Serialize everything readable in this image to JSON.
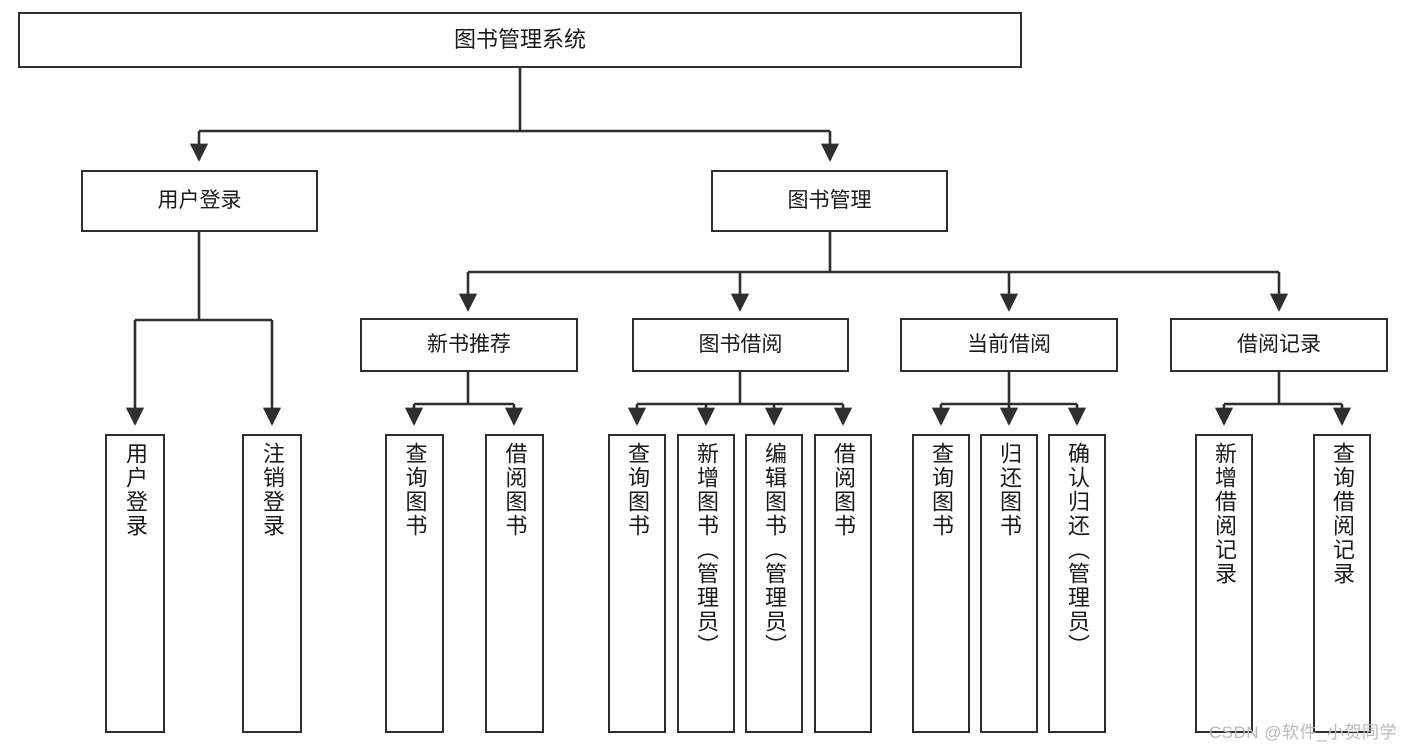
{
  "diagram": {
    "type": "tree-hierarchy-chart",
    "title": "图书管理系统",
    "watermark": "CSDN @软件_小贺同学",
    "colors": {
      "stroke": "#2f2f2f",
      "fill": "#ffffff",
      "text": "#1a1a1a",
      "watermark": "#b9b9b9"
    },
    "levels": [
      {
        "level": 1,
        "nodes": [
          {
            "id": "root",
            "label": "图书管理系统",
            "orientation": "horizontal"
          }
        ]
      },
      {
        "level": 2,
        "nodes": [
          {
            "id": "user-login",
            "label": "用户登录",
            "orientation": "horizontal"
          },
          {
            "id": "book-manage",
            "label": "图书管理",
            "orientation": "horizontal"
          }
        ]
      },
      {
        "level": 3,
        "nodes": [
          {
            "id": "new-book-recommend",
            "label": "新书推荐",
            "orientation": "horizontal"
          },
          {
            "id": "book-borrow",
            "label": "图书借阅",
            "orientation": "horizontal"
          },
          {
            "id": "current-borrow",
            "label": "当前借阅",
            "orientation": "horizontal"
          },
          {
            "id": "borrow-record",
            "label": "借阅记录",
            "orientation": "horizontal"
          }
        ]
      },
      {
        "level": 4,
        "nodes": [
          {
            "id": "leaf-user-login",
            "label": "用户登录",
            "orientation": "vertical",
            "parent": "user-login"
          },
          {
            "id": "leaf-logout-login",
            "label": "注销登录",
            "orientation": "vertical",
            "parent": "user-login"
          },
          {
            "id": "leaf-query-book-1",
            "label": "查询图书",
            "orientation": "vertical",
            "parent": "new-book-recommend"
          },
          {
            "id": "leaf-borrow-book-1",
            "label": "借阅图书",
            "orientation": "vertical",
            "parent": "new-book-recommend"
          },
          {
            "id": "leaf-query-book-2",
            "label": "查询图书",
            "orientation": "vertical",
            "parent": "book-borrow"
          },
          {
            "id": "leaf-add-book",
            "label": "新增图书（管理员）",
            "orientation": "vertical",
            "parent": "book-borrow"
          },
          {
            "id": "leaf-edit-book",
            "label": "编辑图书（管理员）",
            "orientation": "vertical",
            "parent": "book-borrow"
          },
          {
            "id": "leaf-borrow-book-2",
            "label": "借阅图书",
            "orientation": "vertical",
            "parent": "book-borrow"
          },
          {
            "id": "leaf-query-book-3",
            "label": "查询图书",
            "orientation": "vertical",
            "parent": "current-borrow"
          },
          {
            "id": "leaf-return-book",
            "label": "归还图书",
            "orientation": "vertical",
            "parent": "current-borrow"
          },
          {
            "id": "leaf-confirm-return",
            "label": "确认归还（管理员）",
            "orientation": "vertical",
            "parent": "current-borrow"
          },
          {
            "id": "leaf-add-record",
            "label": "新增借阅记录",
            "orientation": "vertical",
            "parent": "borrow-record"
          },
          {
            "id": "leaf-query-record",
            "label": "查询借阅记录",
            "orientation": "vertical",
            "parent": "borrow-record"
          }
        ]
      }
    ],
    "labels": {
      "root": "图书管理系统",
      "user_login": "用户登录",
      "book_manage": "图书管理",
      "new_book_recommend": "新书推荐",
      "book_borrow": "图书借阅",
      "current_borrow": "当前借阅",
      "borrow_record": "借阅记录",
      "leaf_user_login": "用户登录",
      "leaf_logout_login": "注销登录",
      "leaf_query_book_1": "查询图书",
      "leaf_borrow_book_1": "借阅图书",
      "leaf_query_book_2": "查询图书",
      "leaf_add_book": "新增图书（管理员）",
      "leaf_edit_book": "编辑图书（管理员）",
      "leaf_borrow_book_2": "借阅图书",
      "leaf_query_book_3": "查询图书",
      "leaf_return_book": "归还图书",
      "leaf_confirm_return": "确认归还（管理员）",
      "leaf_add_record": "新增借阅记录",
      "leaf_query_record": "查询借阅记录"
    }
  }
}
